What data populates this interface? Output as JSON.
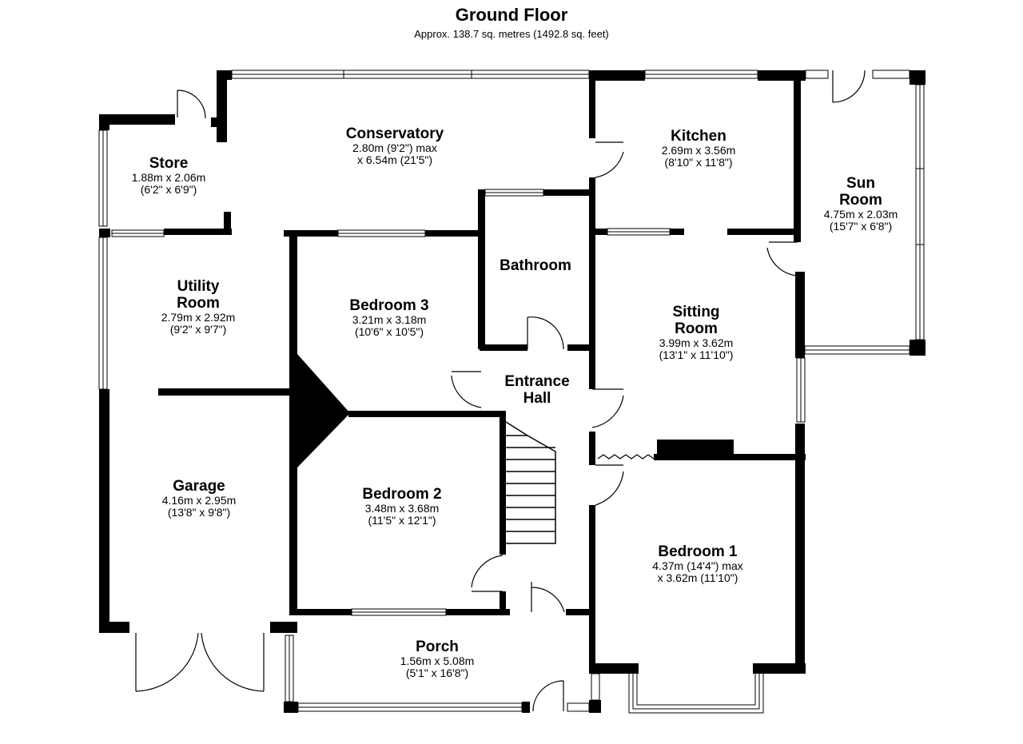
{
  "header": {
    "title": "Ground Floor",
    "subtitle": "Approx. 138.7 sq. metres (1492.8 sq. feet)"
  },
  "rooms": [
    {
      "id": "store",
      "name_lines": [
        "Store"
      ],
      "dims": [
        "1.88m x 2.06m",
        "(6'2\" x 6'9\")"
      ]
    },
    {
      "id": "conservatory",
      "name_lines": [
        "Conservatory"
      ],
      "dims": [
        "2.80m (9'2\") max",
        "x 6.54m (21'5\")"
      ]
    },
    {
      "id": "kitchen",
      "name_lines": [
        "Kitchen"
      ],
      "dims": [
        "2.69m x 3.56m",
        "(8'10\" x 11'8\")"
      ]
    },
    {
      "id": "sun-room",
      "name_lines": [
        "Sun",
        "Room"
      ],
      "dims": [
        "4.75m x 2.03m",
        "(15'7\" x 6'8\")"
      ]
    },
    {
      "id": "utility-room",
      "name_lines": [
        "Utility",
        "Room"
      ],
      "dims": [
        "2.79m x 2.92m",
        "(9'2\" x 9'7\")"
      ]
    },
    {
      "id": "bedroom-3",
      "name_lines": [
        "Bedroom 3"
      ],
      "dims": [
        "3.21m x 3.18m",
        "(10'6\" x 10'5\")"
      ]
    },
    {
      "id": "bathroom",
      "name_lines": [
        "Bathroom"
      ],
      "dims": []
    },
    {
      "id": "sitting-room",
      "name_lines": [
        "Sitting",
        "Room"
      ],
      "dims": [
        "3.99m x 3.62m",
        "(13'1\" x 11'10\")"
      ]
    },
    {
      "id": "entrance-hall",
      "name_lines": [
        "Entrance",
        "Hall"
      ],
      "dims": []
    },
    {
      "id": "garage",
      "name_lines": [
        "Garage"
      ],
      "dims": [
        "4.16m x 2.95m",
        "(13'8\" x 9'8\")"
      ]
    },
    {
      "id": "bedroom-2",
      "name_lines": [
        "Bedroom 2"
      ],
      "dims": [
        "3.48m x 3.68m",
        "(11'5\" x 12'1\")"
      ]
    },
    {
      "id": "bedroom-1",
      "name_lines": [
        "Bedroom 1"
      ],
      "dims": [
        "4.37m (14'4\") max",
        "x 3.62m (11'10\")"
      ]
    },
    {
      "id": "porch",
      "name_lines": [
        "Porch"
      ],
      "dims": [
        "1.56m x 5.08m",
        "(5'1\" x 16'8\")"
      ]
    }
  ]
}
